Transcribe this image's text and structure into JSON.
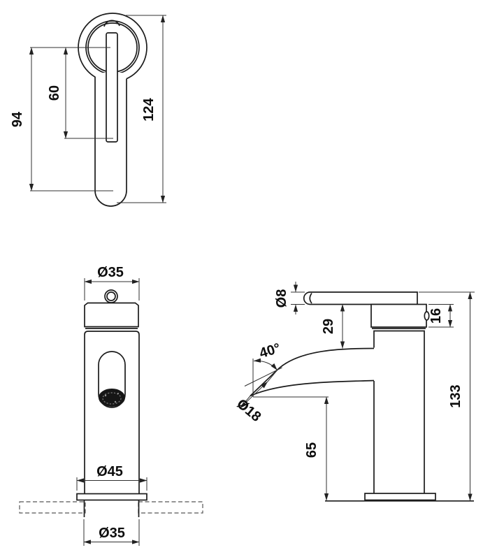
{
  "drawing": {
    "type": "technical-dimension-drawing",
    "subject": "single-lever-basin-faucet",
    "background_color": "#ffffff",
    "outline_color": "#1b1b1b",
    "dimension_line_color": "#303030",
    "views": {
      "top": {
        "dim_handle_length_from_center": "94",
        "dim_lever_bar_length": "60",
        "dim_overall_length": "124"
      },
      "front": {
        "dim_body_diameter": "Ø35",
        "dim_base_flange_diameter": "Ø45",
        "dim_shank_diameter": "Ø35"
      },
      "side": {
        "dim_handle_bar_diameter": "Ø8",
        "dim_handle_to_spout_gap": "29",
        "dim_cartridge_cap_height": "16",
        "dim_spout_angle": "40°",
        "dim_spout_diameter": "Ø18",
        "dim_spout_outlet_to_deck": "65",
        "dim_overall_height": "133"
      }
    }
  }
}
